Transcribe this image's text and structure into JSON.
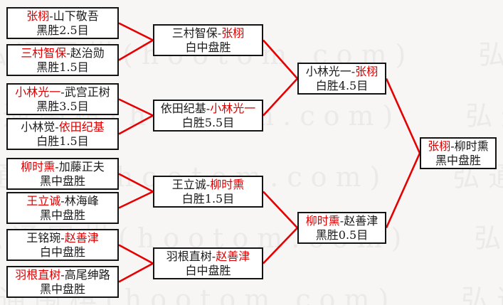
{
  "watermark": {
    "text": "弘通围棋(hootom.com)",
    "color": "#eceae8"
  },
  "dash": "-",
  "colors": {
    "line": "#e60000",
    "winner_text": "#dd0000",
    "border": "#141414"
  },
  "matches": {
    "r1m1": {
      "p1": "张栩",
      "p2": "山下敬吾",
      "winner": "p1",
      "result": "黑胜2.5目"
    },
    "r1m2": {
      "p1": "三村智保",
      "p2": "赵治勋",
      "winner": "p1",
      "result": "黑胜1.5目"
    },
    "r1m3": {
      "p1": "小林光一",
      "p2": "武宫正树",
      "winner": "p1",
      "result": "黑胜3.5目"
    },
    "r1m4": {
      "p1": "小林觉",
      "p2": "依田纪基",
      "winner": "p2",
      "result": "白胜1.5目"
    },
    "r1m5": {
      "p1": "柳时熏",
      "p2": "加藤正夫",
      "winner": "p1",
      "result": "黑中盘胜"
    },
    "r1m6": {
      "p1": "王立诚",
      "p2": "林海峰",
      "winner": "p1",
      "result": "黑中盘胜"
    },
    "r1m7": {
      "p1": "王铭琬",
      "p2": "赵善津",
      "winner": "p2",
      "result": "白中盘胜"
    },
    "r1m8": {
      "p1": "羽根直树",
      "p2": "高尾绅路",
      "winner": "p1",
      "result": "黑中盘胜"
    },
    "r2m1": {
      "p1": "三村智保",
      "p2": "张栩",
      "winner": "p2",
      "result": "白中盘胜"
    },
    "r2m2": {
      "p1": "依田纪基",
      "p2": "小林光一",
      "winner": "p2",
      "result": "白胜5.5目"
    },
    "r2m3": {
      "p1": "王立诚",
      "p2": "柳时熏",
      "winner": "p2",
      "result": "白胜1.5目"
    },
    "r2m4": {
      "p1": "羽根直树",
      "p2": "赵善津",
      "winner": "p2",
      "result": "白中盘胜"
    },
    "r3m1": {
      "p1": "小林光一",
      "p2": "张栩",
      "winner": "p2",
      "result": "白胜4.5目"
    },
    "r3m2": {
      "p1": "柳时熏",
      "p2": "赵善津",
      "winner": "p1",
      "result": "黑胜0.5目"
    },
    "final": {
      "p1": "张栩",
      "p2": "柳时熏",
      "winner": "p1",
      "result": "黑中盘胜"
    }
  }
}
